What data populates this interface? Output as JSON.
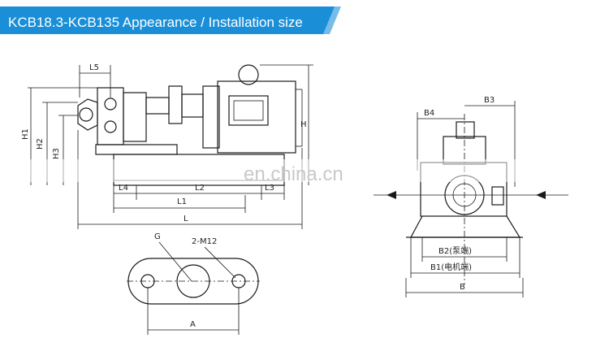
{
  "banner": {
    "title": "KCB18.3-KCB135 Appearance / Installation size",
    "color": "#1a8fd8"
  },
  "watermark": {
    "text": "en.china.cn"
  },
  "labels": {
    "L5": "L5",
    "H1": "H1",
    "H2": "H2",
    "H3": "H3",
    "H": "H",
    "L4": "L4",
    "L2": "L2",
    "L3": "L3",
    "L1": "L1",
    "L": "L",
    "G": "G",
    "M12": "2-M12",
    "A": "A",
    "B4": "B4",
    "B3": "B3",
    "B2": "B2(泵端)",
    "B1": "B1(电机端)",
    "B": "B"
  }
}
